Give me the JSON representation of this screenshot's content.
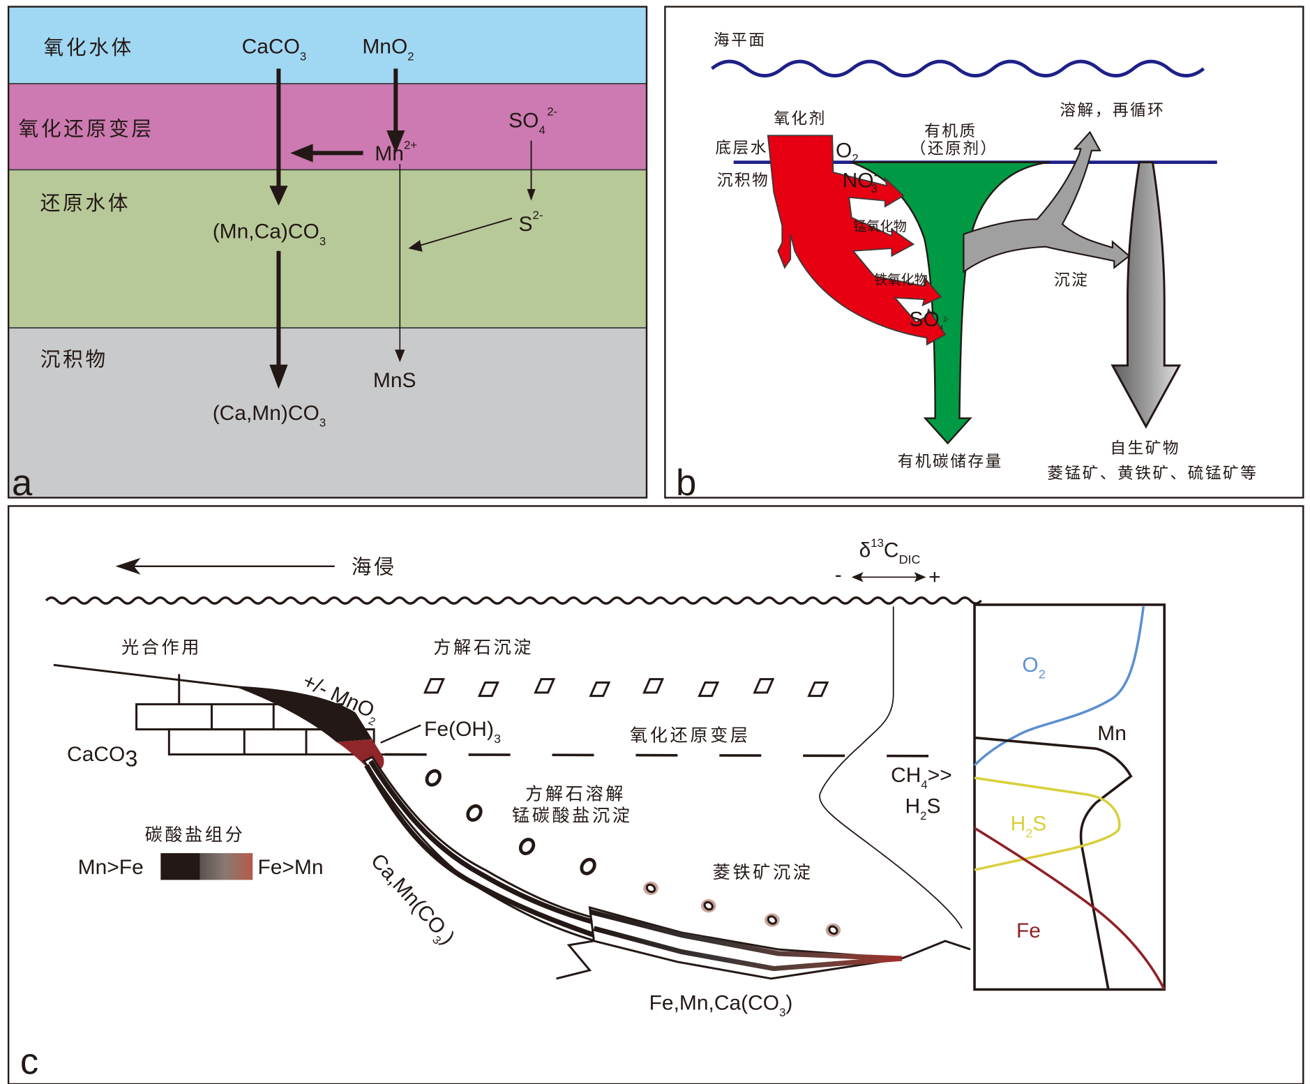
{
  "figure": {
    "panels": [
      "a",
      "b",
      "c"
    ]
  },
  "panel_a": {
    "letter": "a",
    "colors": {
      "oxic": "#a0d8f4",
      "redoxcline": "#cc7ab1",
      "anoxic": "#b8c999",
      "sediment": "#c9cacb"
    },
    "layers": [
      "氧化水体",
      "氧化还原变层",
      "还原水体",
      "沉积物"
    ],
    "species": {
      "caco3": {
        "main": "CaCO",
        "sub": "3"
      },
      "mno2": {
        "main": "MnO",
        "sub": "2"
      },
      "mn2": {
        "main": "Mn",
        "sup": "2+"
      },
      "so4": {
        "main": "SO",
        "sub": "4",
        "sup": "2-"
      },
      "s2": {
        "main": "S",
        "sup": "2-"
      },
      "mnca_co3": {
        "main": "(Mn,Ca)CO",
        "sub": "3"
      },
      "mns": {
        "main": "MnS"
      },
      "camn_co3": {
        "main": "(Ca,Mn)CO",
        "sub": "3"
      }
    }
  },
  "panel_b": {
    "letter": "b",
    "colors": {
      "sea": "#1d2088",
      "oxidant": "#e60012",
      "organic": "#009944",
      "recycle": "#a0a0a0"
    },
    "sea_level": "海平面",
    "bottom_water": "底层水",
    "sediment": "沉积物",
    "oxidant": "氧化剂",
    "organic_matter": "有机质",
    "reductant": "（还原剂）",
    "o2": {
      "main": "O",
      "sub": "2"
    },
    "no3": {
      "main": "NO",
      "sub": "3",
      "sup": "-"
    },
    "mn_oxide": "锰氧化物",
    "fe_oxide": "铁氧化物",
    "so4": {
      "main": "SO",
      "sub": "4",
      "sup": "2-"
    },
    "dissolve_recycle": "溶解，再循环",
    "precipitate": "沉淀",
    "organic_carbon_storage": "有机碳储存量",
    "authigenic_minerals": "自生矿物",
    "mineral_examples": "菱锰矿、黄铁矿、硫锰矿等"
  },
  "panel_c": {
    "letter": "c",
    "colors": {
      "o2": "#5b8fd0",
      "h2s": "#d9cf3d",
      "fe": "#8f2126",
      "mn": "#231815",
      "feoh": "#8f2629"
    },
    "transgression": "海侵",
    "d13c": {
      "main": "δ",
      "sup": "13",
      "c": "C",
      "sub": "DIC",
      "minus": "-",
      "plus": "+"
    },
    "photosynthesis": "光合作用",
    "calcite_precip": "方解石沉淀",
    "mno2_label": {
      "main": "+/- MnO",
      "sub": "2"
    },
    "feoh3": {
      "main": "Fe(OH)",
      "sub": "3"
    },
    "redoxcline": "氧化还原变层",
    "caco3": {
      "main": "CaCO",
      "sub": "3"
    },
    "calcite_dissolve": "方解石溶解",
    "mn_carbonate_precip": "锰碳酸盐沉淀",
    "siderite_precip": "菱铁矿沉淀",
    "legend_title": "碳酸盐组分",
    "legend_left": "Mn>Fe",
    "legend_right": "Fe>Mn",
    "camn_co3": {
      "main": "Ca,Mn(CO",
      "sub": "3",
      "close": ")"
    },
    "femnca_co3": {
      "main": "Fe,Mn,Ca(CO",
      "sub": "3",
      "close": ")"
    },
    "ch4_h2s": {
      "line1_main": "CH",
      "line1_sub": "4",
      "line1_rest": ">>",
      "line2_main": "H",
      "line2_sub": "2",
      "line2_rest": "S"
    },
    "profile_labels": {
      "o2": {
        "main": "O",
        "sub": "2"
      },
      "mn": "Mn",
      "h2s": {
        "main": "H",
        "sub": "2",
        "rest": "S"
      },
      "fe": "Fe"
    }
  }
}
